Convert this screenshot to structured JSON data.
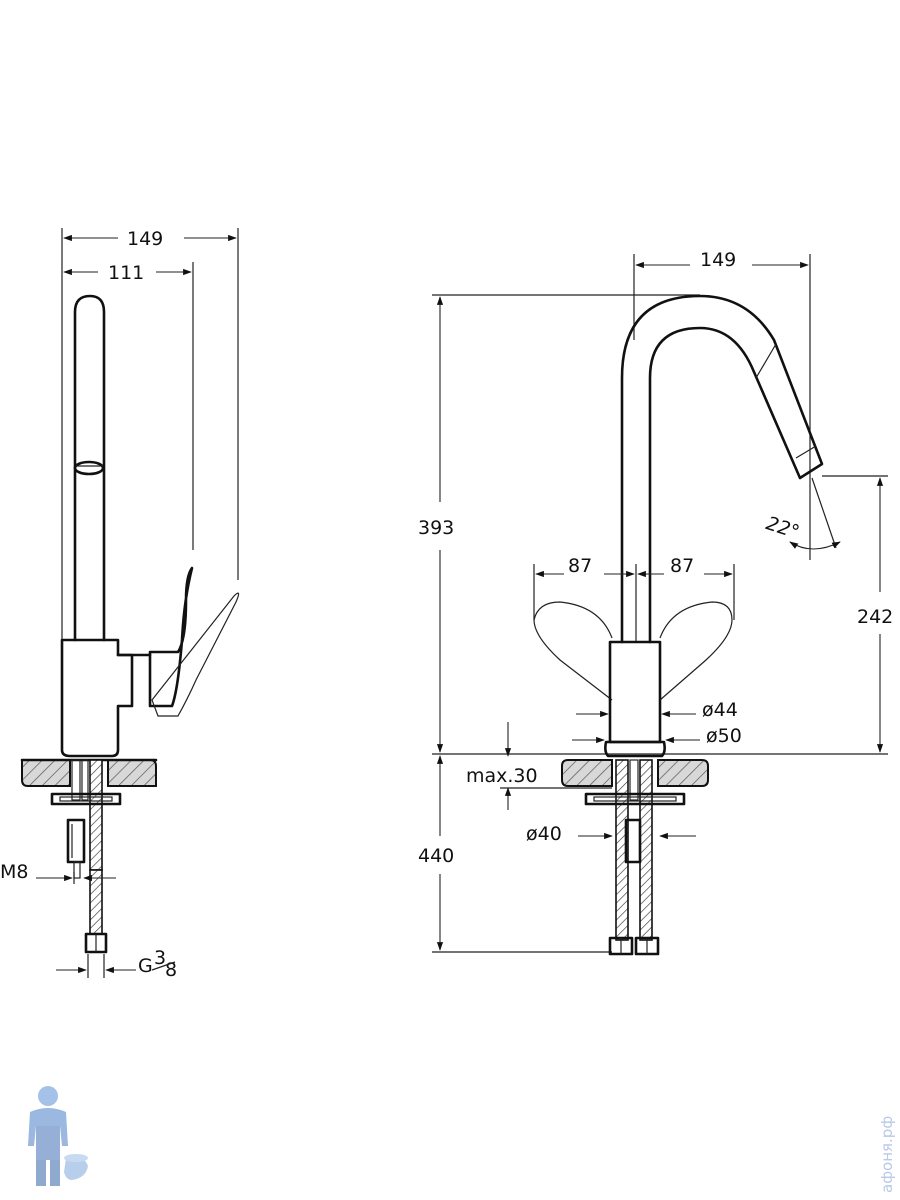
{
  "side_view": {
    "dim_width_total": "149",
    "dim_width_handle": "111",
    "dim_thread": "M8",
    "dim_connection": "G",
    "dim_connection_frac_num": "3",
    "dim_connection_frac_den": "8"
  },
  "front_view": {
    "dim_spout_reach": "149",
    "dim_height_total": "393",
    "dim_spout_height": "242",
    "dim_angle": "22°",
    "dim_handle_left": "87",
    "dim_handle_right": "87",
    "dim_body_diameter": "ø44",
    "dim_base_diameter": "ø50",
    "dim_max_deck": "max.30",
    "dim_hole_diameter": "ø40",
    "dim_hose_length": "440"
  },
  "watermark": {
    "text": "афоня.рф"
  }
}
